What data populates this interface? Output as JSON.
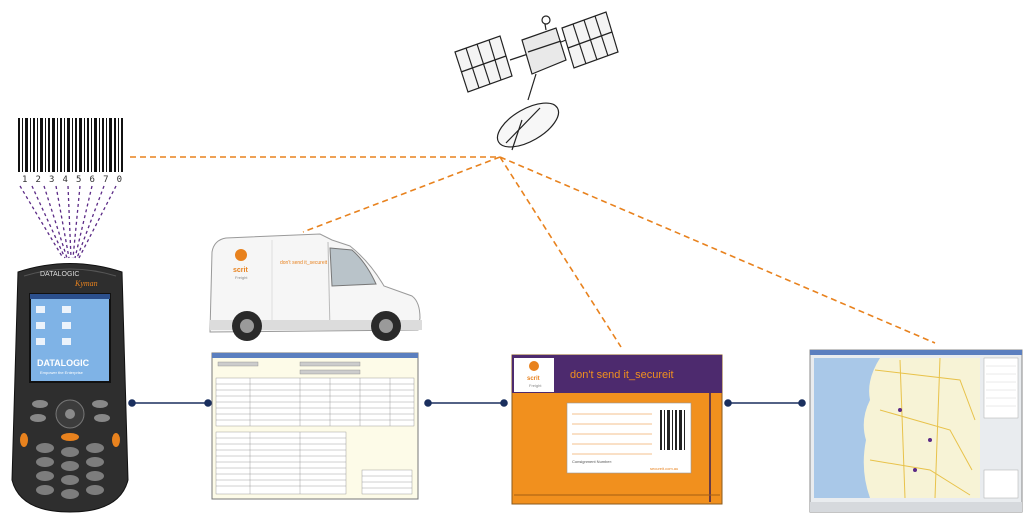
{
  "barcode": {
    "digits": "1 2 3 4 5 6 7 0"
  },
  "scanner": {
    "brand": "DATALOGIC",
    "model": "Kyman",
    "screen_brand": "DATALOGIC",
    "screen_tagline": "Empower the Enterprise"
  },
  "van": {
    "logo": "scrit",
    "logo_sub": "Freight",
    "side_text": "don't send it_secureit"
  },
  "document": {},
  "parcel": {
    "logo": "scrit",
    "logo_sub": "Freight",
    "banner": "don't send it_secureit",
    "label_footer": "Consignment Number:",
    "label_site": "secureit.com.au"
  },
  "map": {},
  "colors": {
    "dash": "#e8821e",
    "connector": "#1a2f5e",
    "scan_lines": "#5b2a86",
    "parcel_orange": "#f1901e",
    "parcel_purple": "#4d2a6e"
  }
}
